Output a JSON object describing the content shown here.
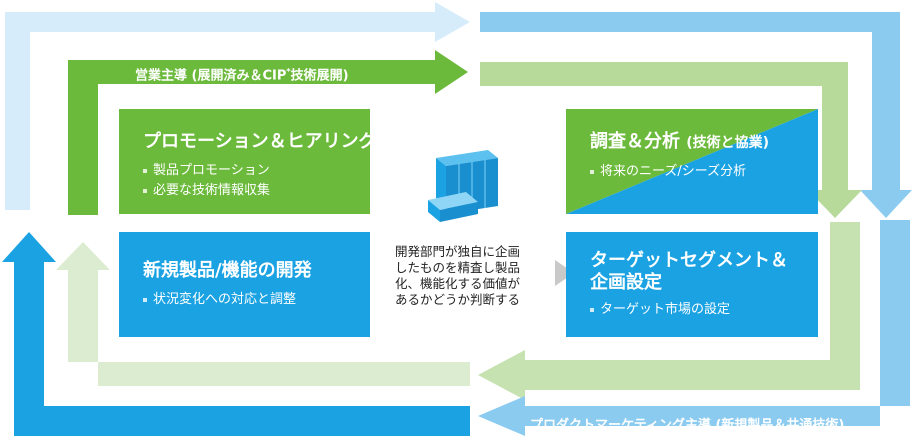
{
  "colors": {
    "green": "#6cba3c",
    "light_green": "#b7da9b",
    "pale_green": "#dcecd0",
    "blue": "#1aa2e3",
    "light_blue": "#8ccbf0",
    "pale_blue": "#d7ecfa",
    "gray_arrow": "#c9c9c9"
  },
  "outer_green_label": "営業主導 (展開済み＆CIP",
  "outer_green_label_sup": "*",
  "outer_green_label_tail": "技術展開)",
  "outer_blue_label": "プロダクトマーケティング主導 (新規製品＆共通技術)",
  "boxes": {
    "promotion": {
      "title": "プロモーション＆ヒアリング",
      "items": [
        "製品プロモーション",
        "必要な技術情報収集"
      ]
    },
    "research": {
      "title": "調査＆分析",
      "title_small": "(技術と協業)",
      "items": [
        "将来のニーズ/シーズ分析"
      ]
    },
    "development": {
      "title": "新規製品/機能の開発",
      "items": [
        "状況変化への対応と調整"
      ]
    },
    "target": {
      "title_line1": "ターゲットセグメント＆",
      "title_line2": "企画設定",
      "items": [
        "ターゲット市場の設定"
      ]
    }
  },
  "center_text": [
    "開発部門が独自に企画",
    "したものを精査し製品",
    "化、機能化する価値が",
    "あるかどうか判断する"
  ],
  "center_icon": "building-icon"
}
